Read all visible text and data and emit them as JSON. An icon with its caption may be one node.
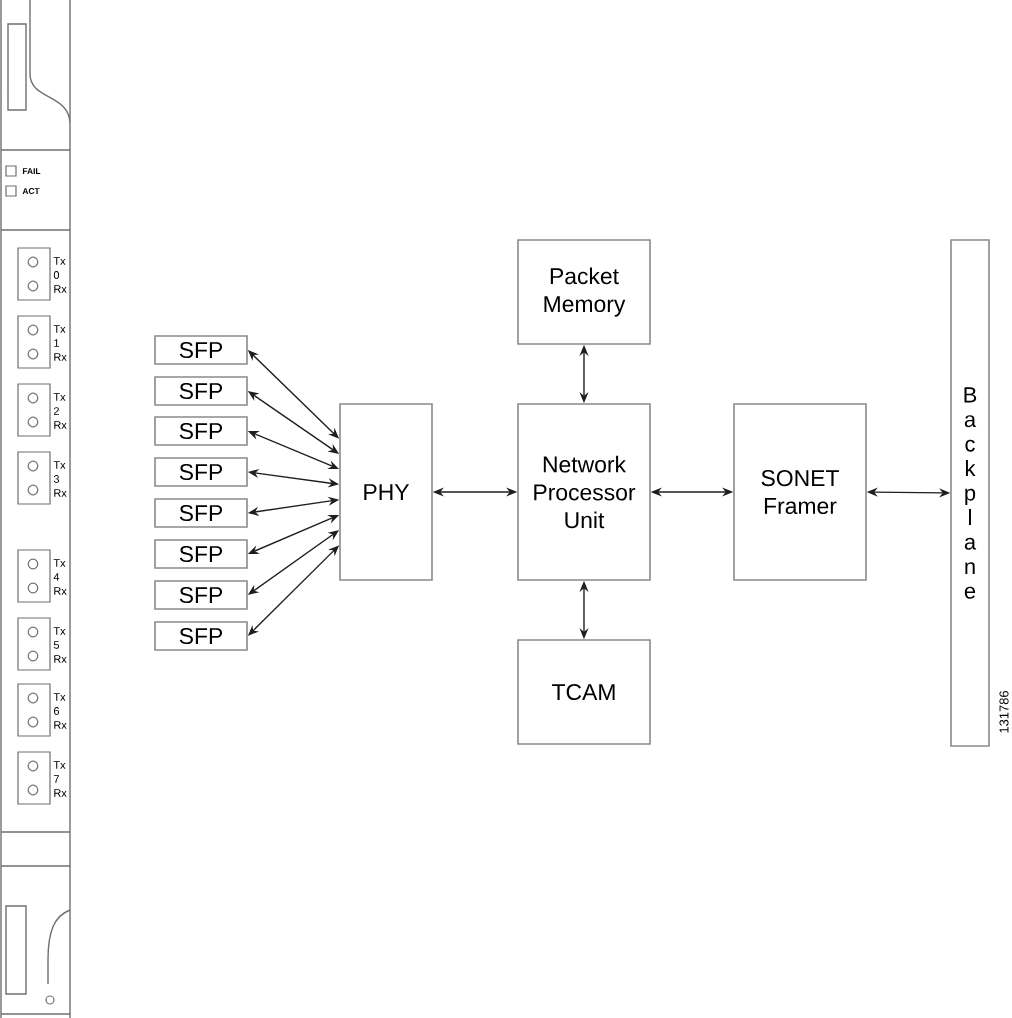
{
  "diagram": {
    "nodes": [
      {
        "text": [
          "SFP"
        ]
      },
      {
        "text": [
          "SFP"
        ]
      },
      {
        "text": [
          "SFP"
        ]
      },
      {
        "text": [
          "SFP"
        ]
      },
      {
        "text": [
          "SFP"
        ]
      },
      {
        "text": [
          "SFP"
        ]
      },
      {
        "text": [
          "SFP"
        ]
      },
      {
        "text": [
          "SFP"
        ]
      },
      {
        "text": [
          "PHY"
        ]
      },
      {
        "text": [
          "Packet Memory"
        ]
      },
      {
        "text": [
          "Network Processor Unit"
        ]
      },
      {
        "text": [
          "TCAM"
        ]
      },
      {
        "text": [
          "SONET Framer"
        ]
      },
      {
        "text": [
          "Backplane"
        ]
      }
    ],
    "edges": [
      {
        "from": 0,
        "to": 8,
        "arrow": "both"
      },
      {
        "from": 1,
        "to": 8,
        "arrow": "both"
      },
      {
        "from": 2,
        "to": 8,
        "arrow": "both"
      },
      {
        "from": 3,
        "to": 8,
        "arrow": "both"
      },
      {
        "from": 4,
        "to": 8,
        "arrow": "both"
      },
      {
        "from": 5,
        "to": 8,
        "arrow": "both"
      },
      {
        "from": 6,
        "to": 8,
        "arrow": "both"
      },
      {
        "from": 7,
        "to": 8,
        "arrow": "both"
      },
      {
        "from": 8,
        "to": 10,
        "arrow": "both"
      },
      {
        "from": 9,
        "to": 10,
        "arrow": "both"
      },
      {
        "from": 10,
        "to": 11,
        "arrow": "both"
      },
      {
        "from": 10,
        "to": 12,
        "arrow": "both"
      },
      {
        "from": 12,
        "to": 13,
        "arrow": "both"
      }
    ],
    "labels": [
      "FAIL",
      "ACT",
      "Tx",
      "0",
      "Rx",
      "Tx",
      "1",
      "Rx",
      "Tx",
      "2",
      "Rx",
      "Tx",
      "3",
      "Rx",
      "Tx",
      "4",
      "Rx",
      "Tx",
      "5",
      "Rx",
      "Tx",
      "6",
      "Rx",
      "Tx",
      "7",
      "Rx",
      "131786"
    ]
  }
}
